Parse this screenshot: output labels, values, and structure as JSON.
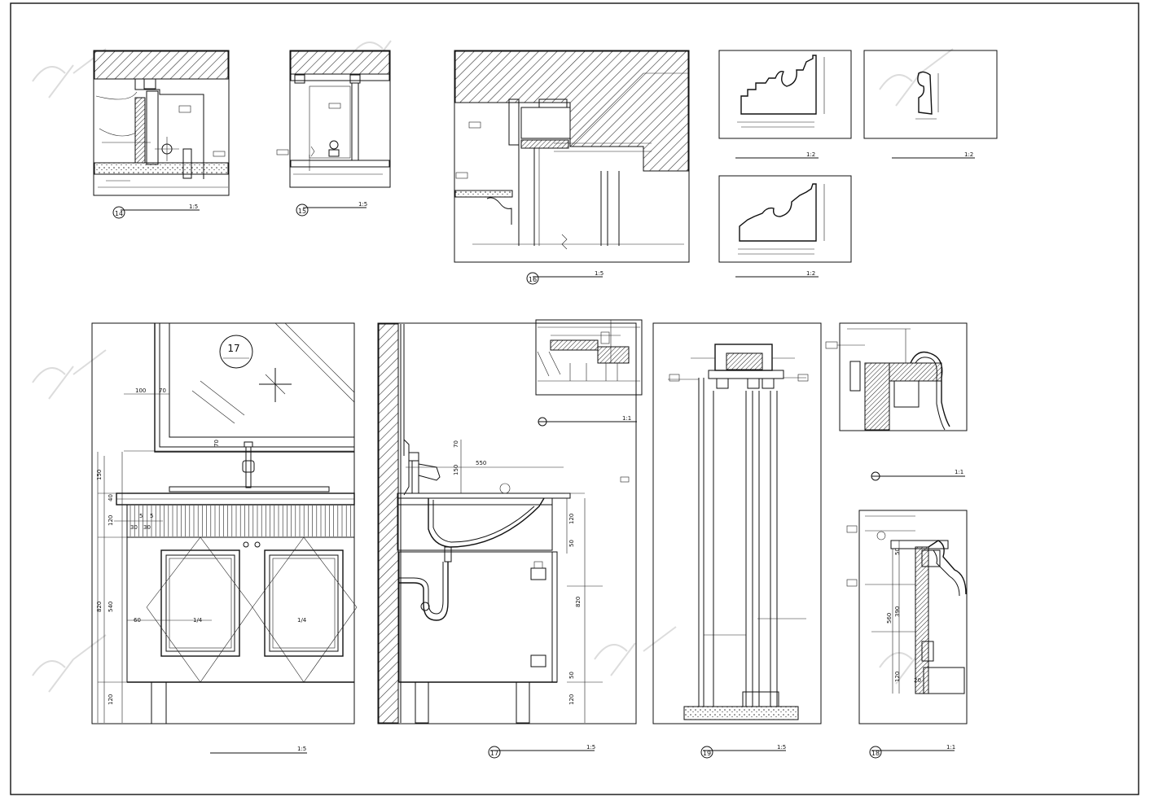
{
  "drawing": {
    "views": [
      {
        "id": "v14",
        "number": "14",
        "scale": "1:5"
      },
      {
        "id": "v15",
        "number": "15",
        "scale": "1:5"
      },
      {
        "id": "v16",
        "number": "16",
        "scale": "1:5"
      },
      {
        "id": "m1",
        "number": "",
        "scale": "1:2"
      },
      {
        "id": "m3",
        "number": "",
        "scale": "1:2"
      },
      {
        "id": "m2",
        "number": "",
        "scale": "1:2"
      },
      {
        "id": "elev",
        "number": "",
        "scale": "1:5"
      },
      {
        "id": "sect17",
        "number": "17",
        "scale": "1:5"
      },
      {
        "id": "door19",
        "number": "19",
        "scale": "1:5"
      },
      {
        "id": "cd",
        "number": "",
        "scale": "1:1"
      },
      {
        "id": "s18",
        "number": "18",
        "scale": "1:1"
      },
      {
        "id": "topd",
        "number": "",
        "scale": "1:1"
      }
    ],
    "bubble_17": "17",
    "elevation_dims": [
      "100",
      "70",
      "70",
      "150",
      "40",
      "120",
      "5",
      "5",
      "30",
      "30",
      "60",
      "1/4",
      "1/4",
      "820",
      "540",
      "120"
    ],
    "section_dims": [
      "550",
      "70",
      "150",
      "120",
      "50",
      "820",
      "50",
      "120"
    ],
    "s18_dims": [
      "50",
      "390",
      "560",
      "120",
      "20"
    ]
  }
}
